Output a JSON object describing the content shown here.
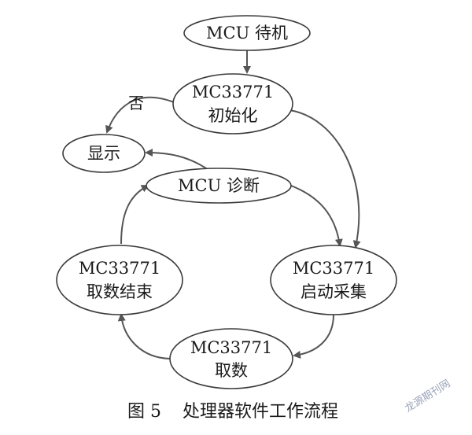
{
  "nodes": {
    "mcu_standby": {
      "lines": [
        "MCU 待机"
      ]
    },
    "mc_init": {
      "lines": [
        "MC33771",
        "初始化"
      ]
    },
    "display": {
      "lines": [
        "显示"
      ]
    },
    "mcu_diag": {
      "lines": [
        "MCU 诊断"
      ]
    },
    "mc_end": {
      "lines": [
        "MC33771",
        "取数结束"
      ]
    },
    "mc_start": {
      "lines": [
        "MC33771",
        "启动采集"
      ]
    },
    "mc_fetch": {
      "lines": [
        "MC33771",
        "取数"
      ]
    }
  },
  "edge_labels": {
    "no": "否"
  },
  "caption": {
    "figure_number": "图 5",
    "title": "处理器软件工作流程"
  },
  "watermark": "龙源期刊网"
}
